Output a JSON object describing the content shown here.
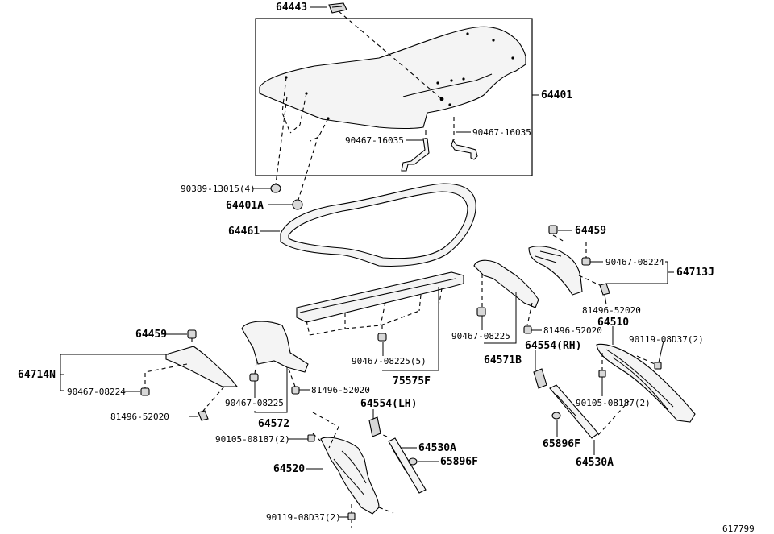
{
  "parts": {
    "p64443": "64443",
    "p64401": "64401",
    "p90467_16035_left": "90467-16035",
    "p90467_16035_right": "90467-16035",
    "p90389": "90389-13015(4)",
    "p64401A": "64401A",
    "p64461": "64461",
    "p64459_right": "64459",
    "p90467_08224_right": "90467-08224",
    "p64713J": "64713J",
    "p81496_right": "81496-52020",
    "p64459_left": "64459",
    "p64714N": "64714N",
    "p90467_08224_left": "90467-08224",
    "p81496_left": "81496-52020",
    "p90467_08225_left": "90467-08225",
    "p81496_mid": "81496-52020",
    "p64572": "64572",
    "p90467_08225_5": "90467-08225(5)",
    "p75575F": "75575F",
    "p90467_08225_right": "90467-08225",
    "p81496_b": "81496-52020",
    "p64571B": "64571B",
    "p64510": "64510",
    "p90119_right": "90119-08D37(2)",
    "p64554_rh": "64554(RH)",
    "p90105_right": "90105-08187(2)",
    "p64554_lh": "64554(LH)",
    "p90105_left": "90105-08187(2)",
    "p64530A_left": "64530A",
    "p65896F_left": "65896F",
    "p64520": "64520",
    "p90119_left": "90119-08D37(2)",
    "p65896F_right": "65896F",
    "p64530A_right": "64530A"
  },
  "footer": {
    "drawing_number": "617799"
  }
}
